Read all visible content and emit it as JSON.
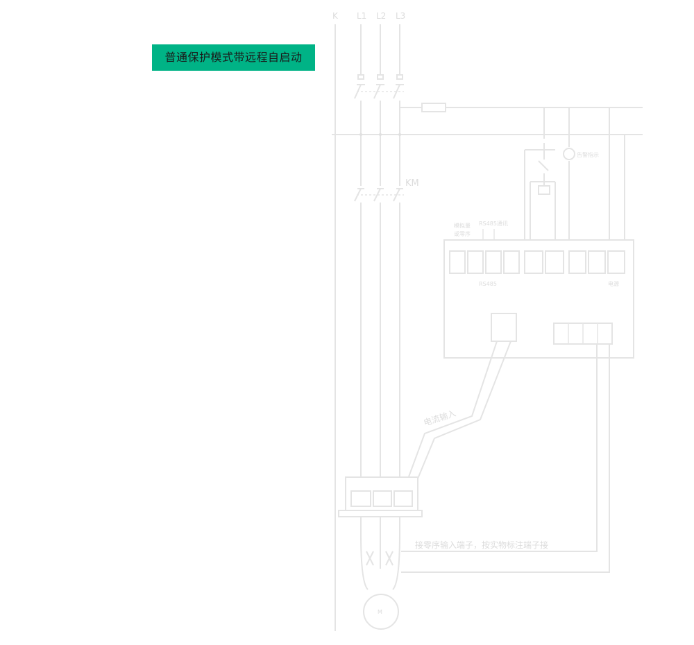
{
  "title": "普通保护模式带远程自启动",
  "diagram": {
    "bus_labels": [
      "K",
      "L1",
      "L2",
      "L3"
    ],
    "contactor_label": "KM",
    "fault_indicator_label": "告警指示",
    "rs485_comm_label": "RS485通讯",
    "analog_output_label_line1": "模拟量",
    "analog_output_label_line2": "或零序",
    "terminal_rs485_label": "RS485",
    "terminal_power_label": "电源",
    "current_input_label": "电流输入",
    "zero_sequence_note": "接零序输入端子，按实物标注端子接",
    "motor_label": "M"
  },
  "colors": {
    "badge_background": "#00b386",
    "wiring": "#e4e4e4"
  }
}
